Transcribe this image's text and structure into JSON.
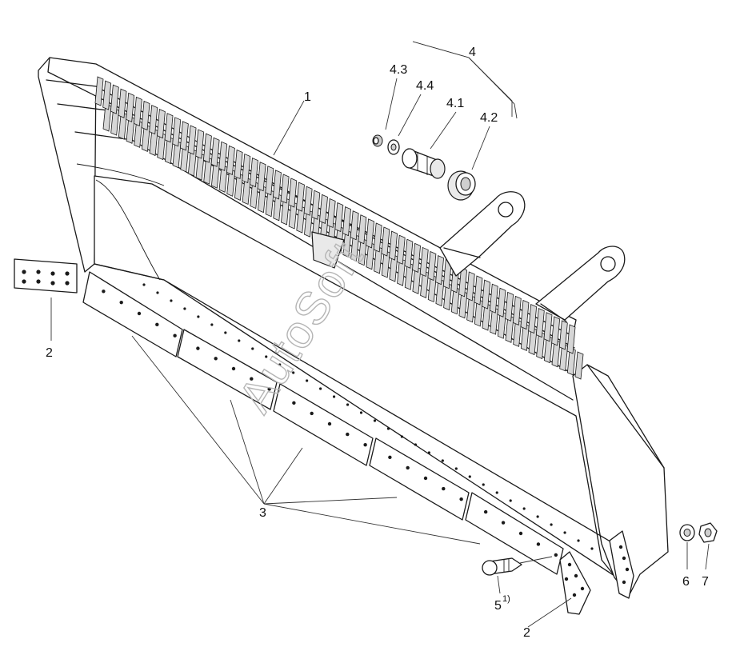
{
  "watermark": "AutoSoft",
  "callouts": {
    "c1": "1",
    "c2a": "2",
    "c2b": "2",
    "c3": "3",
    "c4": "4",
    "c41": "4.1",
    "c42": "4.2",
    "c43": "4.3",
    "c44": "4.4",
    "c5": "5",
    "c5sup": "1)",
    "c6": "6",
    "c7": "7"
  }
}
